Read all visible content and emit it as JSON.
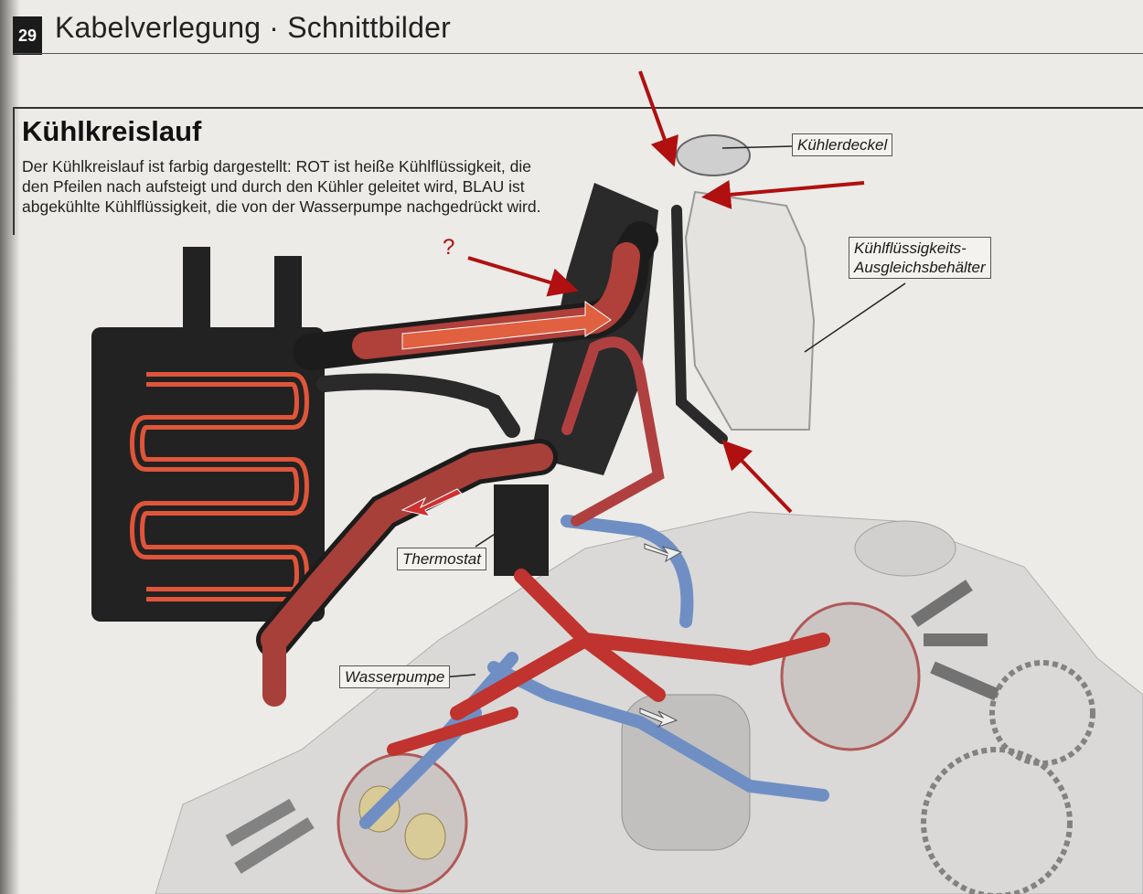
{
  "header": {
    "page_number": "29",
    "title": "Kabelverlegung · Schnittbilder"
  },
  "section": {
    "title": "Kühlkreislauf",
    "intro_lines": [
      "Der Kühlkreislauf ist farbig dargestellt: ROT ist heiße Kühlflüssigkeit, die",
      "den Pfeilen nach aufsteigt und durch den Kühler geleitet wird, BLAU ist",
      "abgekühlte Kühlflüssigkeit, die von der Wasserpumpe nachgedrückt wird."
    ]
  },
  "labels": {
    "radiator_cap": "Kühlerdeckel",
    "reservoir_line1": "Kühlflüssigkeits-",
    "reservoir_line2": "Ausgleichsbehälter",
    "thermostat": "Thermostat",
    "water_pump": "Wasserpumpe"
  },
  "annotation": {
    "question_mark": "?"
  },
  "colors": {
    "hot": "#c0332e",
    "cold": "#6f8fc4",
    "annotation": "#b01010"
  }
}
